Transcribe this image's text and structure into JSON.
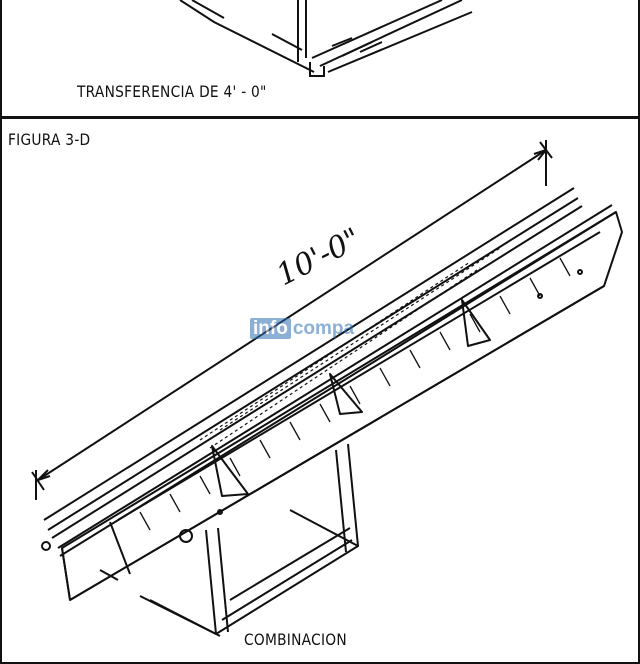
{
  "top_panel": {
    "caption": "TRANSFERENCIA DE 4' - 0\""
  },
  "bottom_panel": {
    "figure_label": "FIGURA 3-D",
    "dimension_label": "10'-0\"",
    "caption": "COMBINACION"
  },
  "watermark": {
    "box_text": "info",
    "rest_text": "compa"
  },
  "colors": {
    "ink": "#111111",
    "paper": "#ffffff",
    "watermark": "#2f6fb6"
  }
}
